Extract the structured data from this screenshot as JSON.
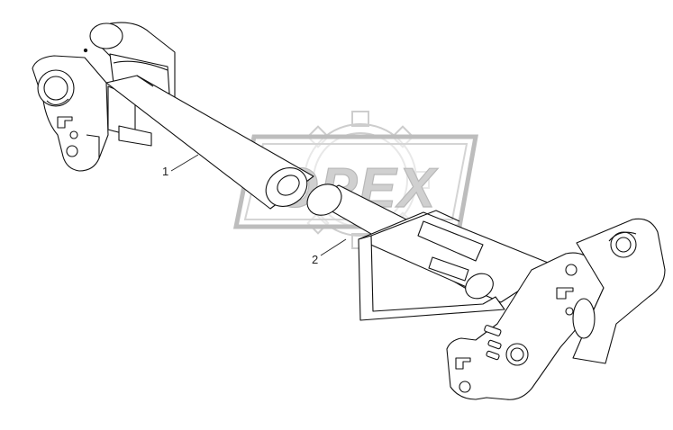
{
  "diagram": {
    "watermark": {
      "text": "OPEX",
      "color": "#c8c8c8"
    },
    "callouts": [
      {
        "label": "1"
      },
      {
        "label": "2"
      }
    ],
    "line_color": "#111111"
  }
}
